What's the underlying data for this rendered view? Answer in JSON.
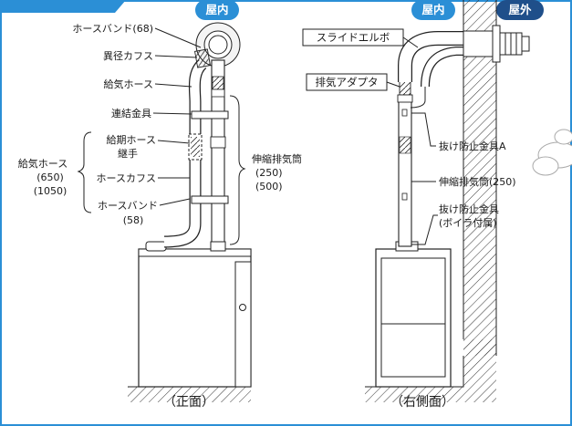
{
  "header": {
    "corner_label": "",
    "accent": "#2b8fd6",
    "badge_dark": "#1f4f8a"
  },
  "badges": {
    "front_indoor": "屋内",
    "side_indoor": "屋内",
    "side_outdoor": "屋外"
  },
  "front_view": {
    "caption": "（正面）",
    "labels": {
      "hose_band_68": "ホースバンド(68)",
      "reducer_cuff": "異径カフス",
      "intake_hose": "給気ホース",
      "coupler": "連結金具",
      "intake_hose_joint_1": "給期ホース",
      "intake_hose_joint_2": "継手",
      "hose_cuff": "ホースカフス",
      "hose_band_58_1": "ホースバンド",
      "hose_band_58_2": "(58)",
      "intake_hose_group_1": "給気ホース",
      "intake_hose_group_2": "(650)",
      "intake_hose_group_3": "(1050)",
      "telescopic_flue_1": "伸縮排気筒",
      "telescopic_flue_2": "(250)",
      "telescopic_flue_3": "(500)"
    }
  },
  "side_view": {
    "caption": "（右側面）",
    "labels": {
      "slide_elbow": "スライドエルボ",
      "exhaust_adapter": "排気アダプタ",
      "anti_pullout_a": "抜け防止金具A",
      "telescopic_flue_250": "伸縮排気筒(250)",
      "anti_pullout_1": "抜け防止金具",
      "anti_pullout_2": "(ボイラ付属)"
    }
  }
}
